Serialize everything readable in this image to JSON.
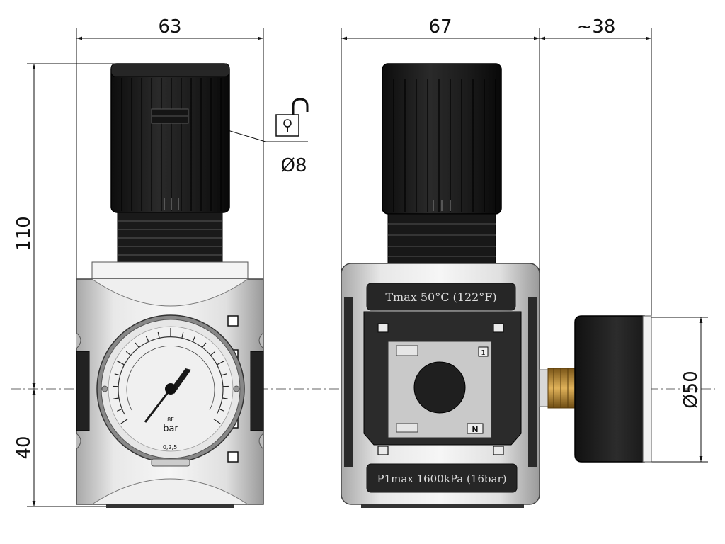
{
  "dimensions": {
    "front_width": "63",
    "side_width": "67",
    "gauge_depth": "~38",
    "total_height": "110",
    "lower_height": "40",
    "lock_diameter": "Ø8",
    "gauge_diameter": "Ø50"
  },
  "labels": {
    "tmax": "Tmax 50°C (122°F)",
    "p1max": "P1max 1600kPa (16bar)",
    "gauge_unit": "bar",
    "gauge_small": "0,2,5",
    "gauge_tiny": "8F",
    "port_1": "1",
    "port_n": "N"
  },
  "icons": {
    "lock": "unlocked-padlock-icon"
  },
  "colors": {
    "knob": "#1b1b1b",
    "body": "#d8d8d8",
    "brass": "#b8862b"
  }
}
